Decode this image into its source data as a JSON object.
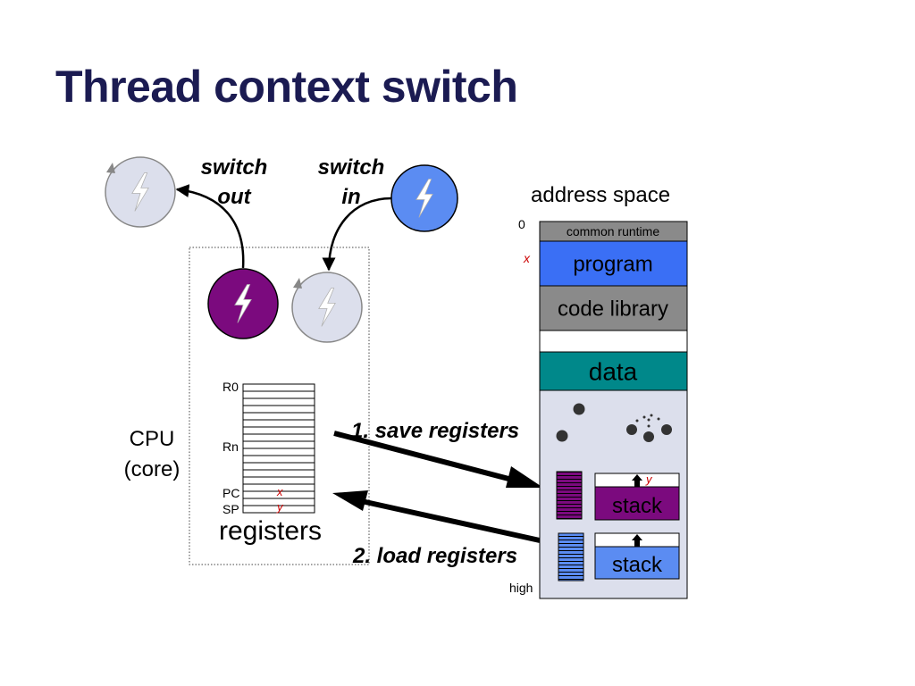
{
  "title": "Thread context switch",
  "labels": {
    "switch_out": [
      "switch",
      "out"
    ],
    "switch_in": [
      "switch",
      "in"
    ],
    "cpu": [
      "CPU",
      "(core)"
    ],
    "registers": "registers",
    "reg_r0": "R0",
    "reg_rn": "Rn",
    "reg_pc": "PC",
    "reg_sp": "SP",
    "pc_value": "x",
    "sp_value": "y",
    "save_registers": "1. save registers",
    "load_registers": "2. load registers",
    "address_space": "address space",
    "addr_low": "0",
    "addr_high": "high",
    "program_marker": "x",
    "stack_marker": "y"
  },
  "address_space": {
    "segments": [
      {
        "label": "common runtime",
        "color": "#8a8a8a"
      },
      {
        "label": "program",
        "color": "#3a6ff5"
      },
      {
        "label": "code library",
        "color": "#8a8a8a"
      },
      {
        "label": "",
        "color": "#ffffff"
      },
      {
        "label": "data",
        "color": "#00888a"
      }
    ],
    "heap_color": "#dcdfec",
    "stacks": [
      {
        "label": "stack",
        "color": "#7b0a7e"
      },
      {
        "label": "stack",
        "color": "#5b8cf2"
      }
    ]
  },
  "colors": {
    "title": "#1b1b52",
    "idle_thread": "#dcdfec",
    "switch_in_thread": "#5b8cf2",
    "running_thread": "#7b0a7e",
    "marker": "#cc0000",
    "arrow": "#000000"
  },
  "threads": [
    {
      "state": "switched-out",
      "icon": "lightning-icon"
    },
    {
      "state": "switching-in",
      "icon": "lightning-icon"
    },
    {
      "state": "running",
      "icon": "lightning-icon"
    },
    {
      "state": "ready",
      "icon": "lightning-icon"
    }
  ]
}
